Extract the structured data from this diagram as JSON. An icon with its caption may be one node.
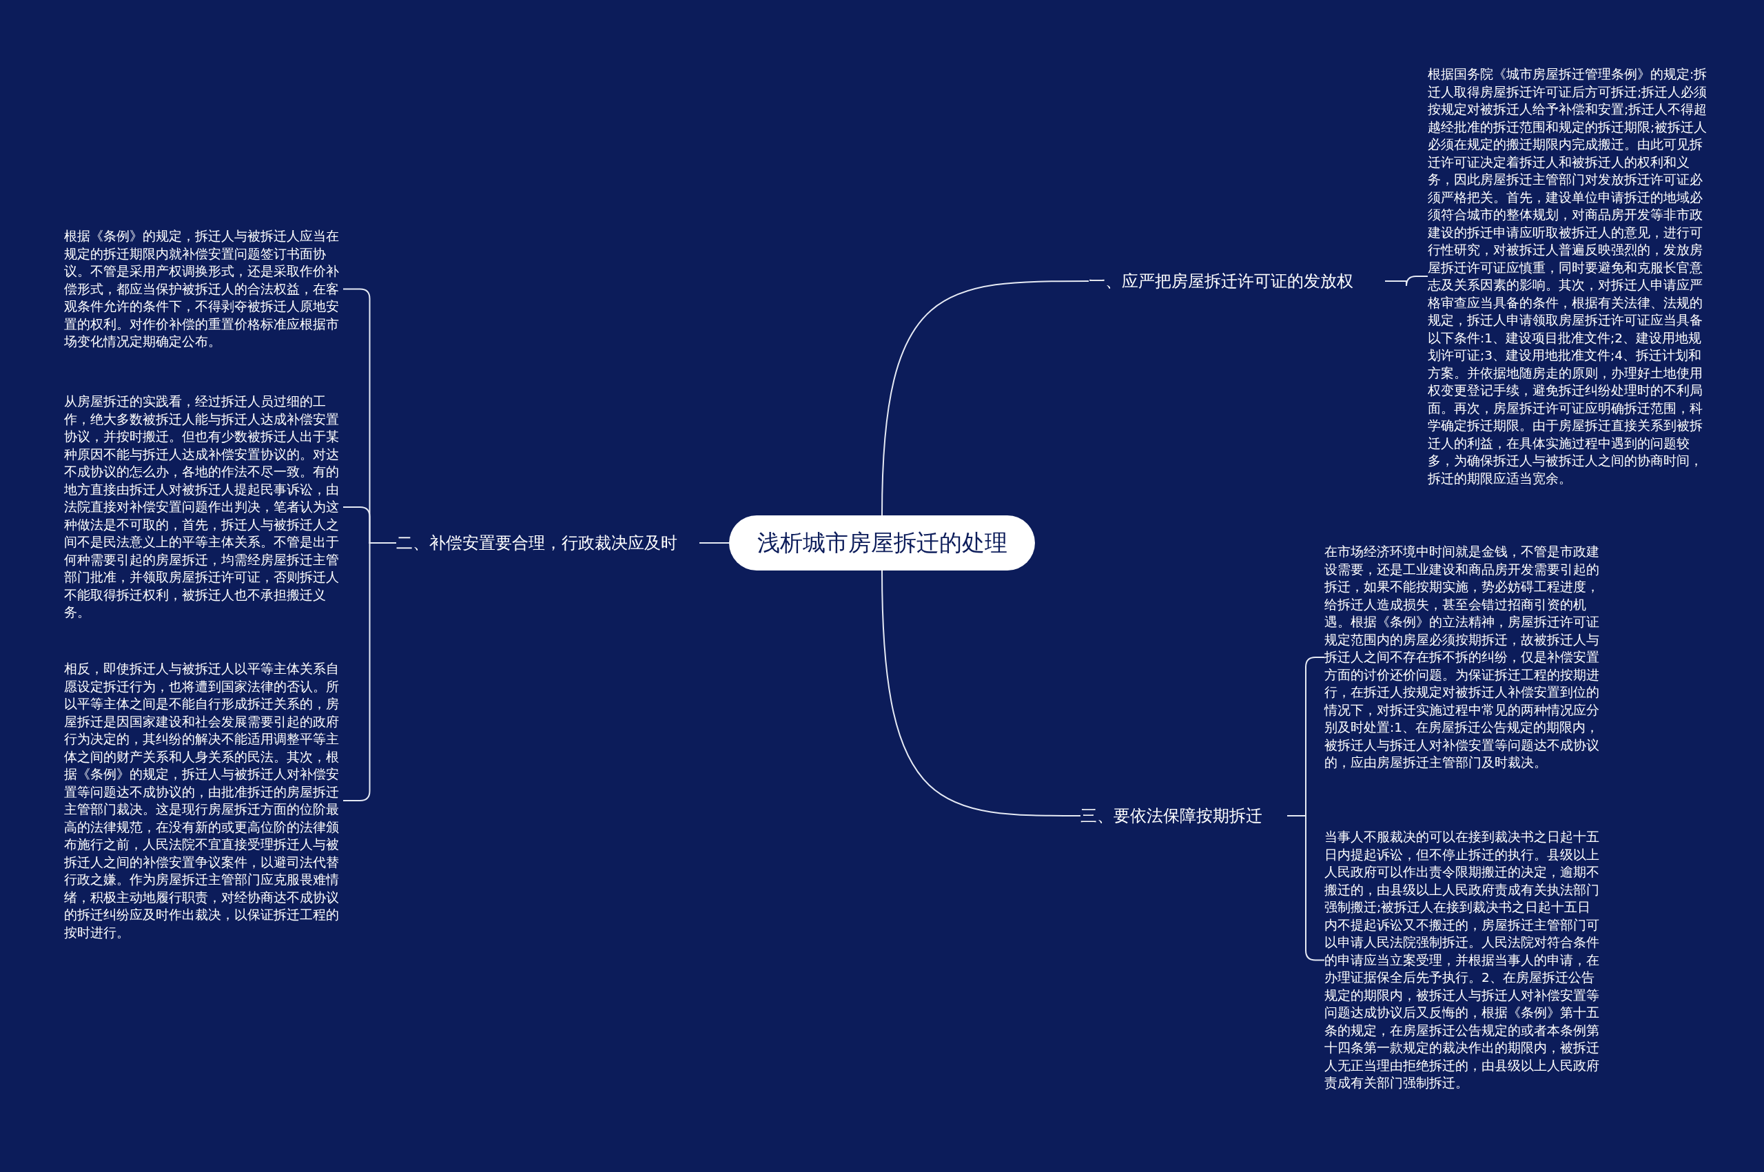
{
  "diagram": {
    "nodes": [
      {
        "text": [
          "浅析城市房屋拆迁的处理"
        ]
      },
      {
        "text": [
          "一、应严把房屋拆迁许可证的发放权"
        ]
      },
      {
        "text": [
          "二、补偿安置要合理，行政裁决应及时"
        ]
      },
      {
        "text": [
          "三、要依法保障按期拆迁"
        ]
      },
      {
        "text": [
          "根据国务院《城市房屋拆迁管理条例》的规定:拆迁人取得房屋拆迁许可证后方可拆迁;拆迁人必须按规定对被拆迁人给予补偿和安置;拆迁人不得超越经批准的拆迁范围和规定的拆迁期限;被拆迁人必须在规定的搬迁期限内完成搬迁。由此可见拆迁许可证决定着拆迁人和被拆迁人的权利和义务，因此房屋拆迁主管部门对发放拆迁许可证必须严格把关。首先，建设单位申请拆迁的地域必须符合城市的整体规划，对商品房开发等非市政建设的拆迁申请应听取被拆迁人的意见，进行可行性研究，对被拆迁人普遍反映强烈的，发放房屋拆迁许可证应慎重，同时要避免和克服长官意志及关系因素的影响。其次，对拆迁人申请应严格审查应当具备的条件，根据有关法律、法规的规定，拆迁人申请领取房屋拆迁许可证应当具备以下条件:1、建设项目批准文件;2、建设用地规划许可证;3、建设用地批准文件;4、拆迁计划和方案。并依据地随房走的原则，办理好土地使用权变更登记手续，避免拆迁纠纷处理时的不利局面。再次，房屋拆迁许可证应明确拆迁范围，科学确定拆迁期限。由于房屋拆迁直接关系到被拆迁人的利益，在具体实施过程中遇到的问题较多，为确保拆迁人与被拆迁人之间的协商时间，拆迁的期限应适当宽余。"
        ]
      },
      {
        "text": [
          "根据《条例》的规定，拆迁人与被拆迁人应当在规定的拆迁期限内就补偿安置问题签订书面协议。不管是采用产权调换形式，还是采取作价补偿形式，都应当保护被拆迁人的合法权益，在客观条件允许的条件下，不得剥夺被拆迁人原地安置的权利。对作价补偿的重置价格标准应根据市场变化情况定期确定公布。"
        ]
      },
      {
        "text": [
          "从房屋拆迁的实践看，经过拆迁人员过细的工作，绝大多数被拆迁人能与拆迁人达成补偿安置协议，并按时搬迁。但也有少数被拆迁人出于某种原因不能与拆迁人达成补偿安置协议的。对达不成协议的怎么办，各地的作法不尽一致。有的地方直接由拆迁人对被拆迁人提起民事诉讼，由法院直接对补偿安置问题作出判决，笔者认为这种做法是不可取的，首先，拆迁人与被拆迁人之间不是民法意义上的平等主体关系。不管是出于何种需要引起的房屋拆迁，均需经房屋拆迁主管部门批准，并领取房屋拆迁许可证，否则拆迁人不能取得拆迁权利，被拆迁人也不承担搬迁义务。"
        ]
      },
      {
        "text": [
          "相反，即使拆迁人与被拆迁人以平等主体关系自愿设定拆迁行为，也将遭到国家法律的否认。所以平等主体之间是不能自行形成拆迁关系的，房屋拆迁是因国家建设和社会发展需要引起的政府行为决定的，其纠纷的解决不能适用调整平等主体之间的财产关系和人身关系的民法。其次，根据《条例》的规定，拆迁人与被拆迁人对补偿安置等问题达不成协议的，由批准拆迁的房屋拆迁主管部门裁决。这是现行房屋拆迁方面的位阶最高的法律规范，在没有新的或更高位阶的法律颁布施行之前，人民法院不宜直接受理拆迁人与被拆迁人之间的补偿安置争议案件，以避司法代替行政之嫌。作为房屋拆迁主管部门应克服畏难情绪，积极主动地履行职责，对经协商达不成协议的拆迁纠纷应及时作出裁决，以保证拆迁工程的按时进行。"
        ]
      },
      {
        "text": [
          "在市场经济环境中时间就是金钱，不管是市政建设需要，还是工业建设和商品房开发需要引起的拆迁，如果不能按期实施，势必妨碍工程进度，给拆迁人造成损失，甚至会错过招商引资的机遇。根据《条例》的立法精神，房屋拆迁许可证规定范围内的房屋必须按期拆迁，故被拆迁人与拆迁人之间不存在拆不拆的纠纷，仅是补偿安置方面的讨价还价问题。为保证拆迁工程的按期进行，在拆迁人按规定对被拆迁人补偿安置到位的情况下，对拆迁实施过程中常见的两种情况应分别及时处置:1、在房屋拆迁公告规定的期限内，被拆迁人与拆迁人对补偿安置等问题达不成协议的，应由房屋拆迁主管部门及时裁决。"
        ]
      },
      {
        "text": [
          "当事人不服裁决的可以在接到裁决书之日起十五日内提起诉讼，但不停止拆迁的执行。县级以上人民政府可以作出责令限期搬迁的决定，逾期不搬迁的，由县级以上人民政府责成有关执法部门强制搬迁;被拆迁人在接到裁决书之日起十五日内不提起诉讼又不搬迁的，房屋拆迁主管部门可以申请人民法院强制拆迁。人民法院对符合条件的申请应当立案受理，并根据当事人的申请，在办理证据保全后先予执行。2、在房屋拆迁公告规定的期限内，被拆迁人与拆迁人对补偿安置等问题达成协议后又反悔的，根据《条例》第十五条的规定，在房屋拆迁公告规定的或者本条例第十四条第一款规定的裁决作出的期限内，被拆迁人无正当理由拒绝拆迁的，由县级以上人民政府责成有关部门强制拆迁。"
        ]
      }
    ],
    "edges": [
      {
        "from": 0,
        "to": 1,
        "arrow": "none"
      },
      {
        "from": 0,
        "to": 2,
        "arrow": "none"
      },
      {
        "from": 0,
        "to": 3,
        "arrow": "none"
      },
      {
        "from": 1,
        "to": 4,
        "arrow": "none"
      },
      {
        "from": 2,
        "to": 5,
        "arrow": "none"
      },
      {
        "from": 2,
        "to": 6,
        "arrow": "none"
      },
      {
        "from": 2,
        "to": 7,
        "arrow": "none"
      },
      {
        "from": 3,
        "to": 8,
        "arrow": "none"
      },
      {
        "from": 3,
        "to": 9,
        "arrow": "none"
      }
    ]
  }
}
